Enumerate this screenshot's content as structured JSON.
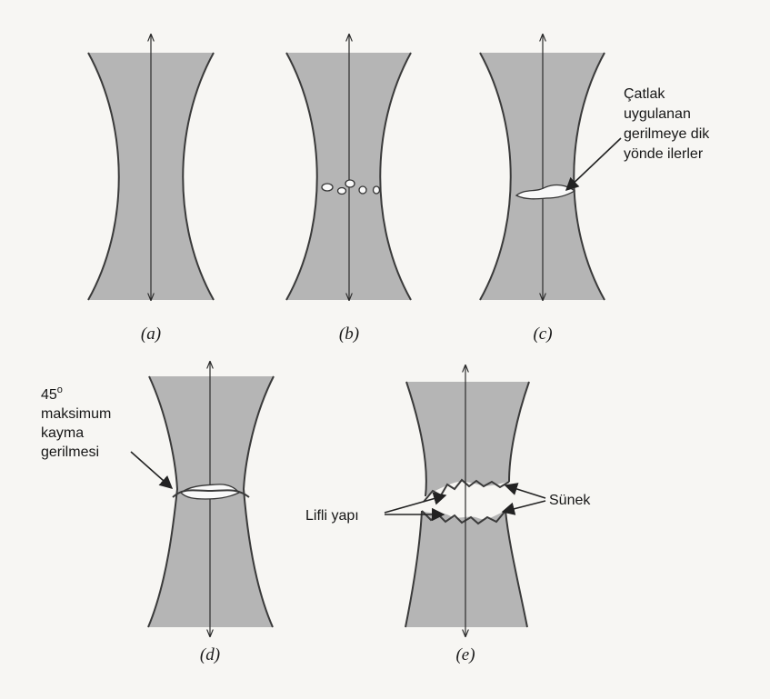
{
  "panels": {
    "a": {
      "label": "(a)"
    },
    "b": {
      "label": "(b)"
    },
    "c": {
      "label": "(c)",
      "annotation": [
        "Çatlak",
        "uygulanan",
        "gerilmeye dik",
        "yönde ilerler"
      ]
    },
    "d": {
      "label": "(d)",
      "annotation": [
        "45",
        "maksimum",
        "kayma",
        "gerilmesi"
      ],
      "annotation_sup": "o"
    },
    "e": {
      "label": "(e)",
      "annotation_fibrous": "Lifli yapı",
      "annotation_ductile": "Sünek"
    }
  },
  "colors": {
    "specimen_fill": "#b5b5b5",
    "outline": "#3a3a3a",
    "background": "#f7f6f3"
  }
}
